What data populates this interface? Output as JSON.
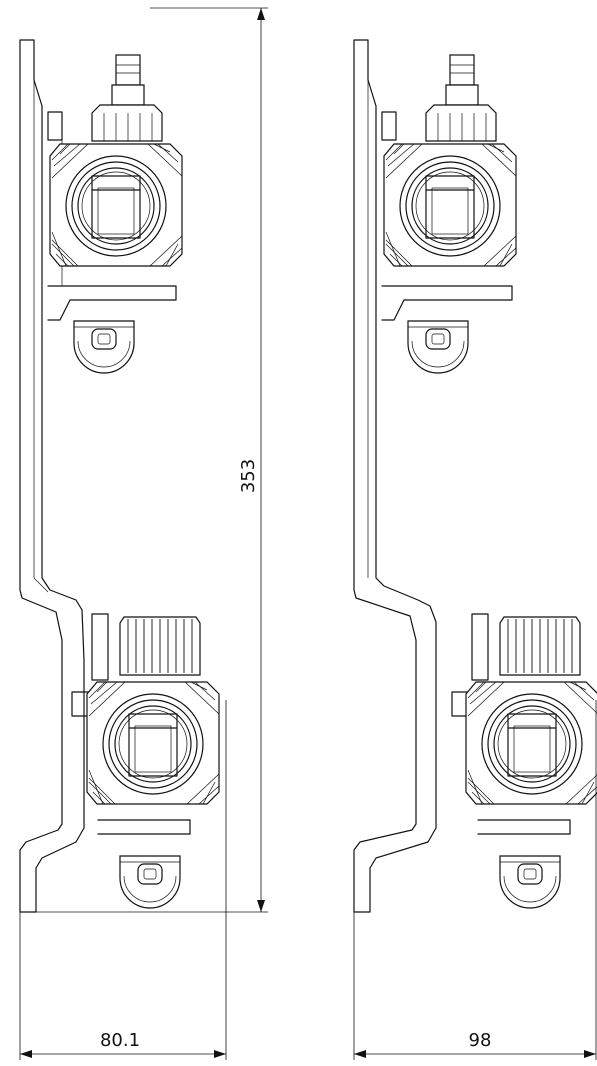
{
  "dimensions": {
    "height_label": "353",
    "width_left_label": "80.1",
    "width_right_label": "98"
  }
}
